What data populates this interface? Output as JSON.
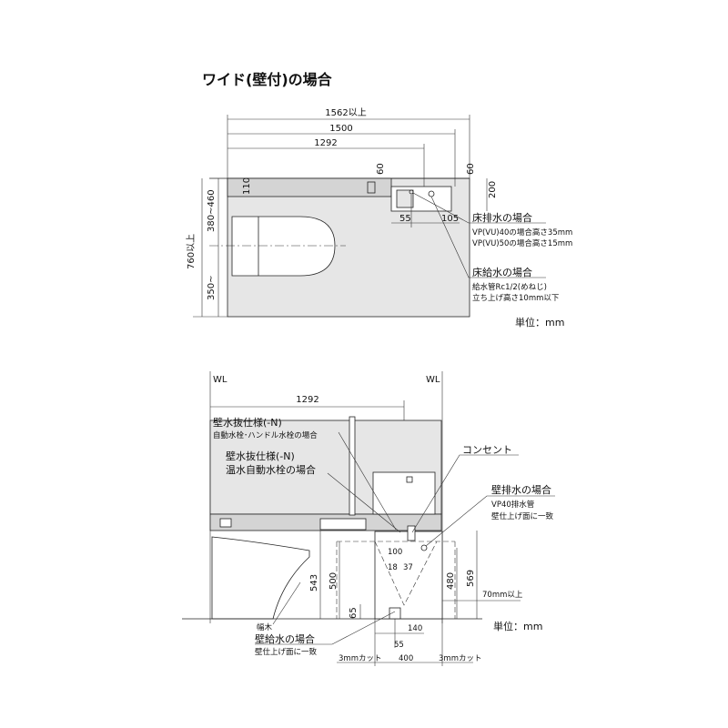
{
  "title": "ワイド(壁付)の場合",
  "top_view": {
    "dims": {
      "d1562": "1562以上",
      "d1500": "1500",
      "d1292": "1292",
      "d60a": "60",
      "d60b": "60",
      "d110": "110",
      "d200": "200",
      "d55": "55",
      "d105": "105",
      "d760": "760以上",
      "d380": "380~460",
      "d350": "350~"
    },
    "floor_drain_title": "床排水の場合",
    "floor_drain_line1": "VP(VU)40の場合高さ35mm",
    "floor_drain_line2": "VP(VU)50の場合高さ15mm",
    "floor_supply_title": "床給水の場合",
    "floor_supply_line1": "給水管Rc1/2(めねじ)",
    "floor_supply_line2": "立ち上げ高さ10mm以下",
    "unit": "単位：mm"
  },
  "side_view": {
    "wl_left": "WL",
    "wl_right": "WL",
    "dims": {
      "d1292": "1292",
      "d543": "543",
      "d500": "500",
      "d65": "65",
      "d480": "480",
      "d569": "569",
      "d70": "70mm以上",
      "d100": "100",
      "d18": "18",
      "d37": "37",
      "d55": "55",
      "d140": "140",
      "d400": "400",
      "cut_left": "3mmカット",
      "cut_right": "3mmカット"
    },
    "wall_drain_n_title": "壁水抜仕様(-N)",
    "wall_drain_n_sub": "自動水栓･ハンドル水栓の場合",
    "wall_drain_n2_title": "壁水抜仕様(-N)",
    "wall_drain_n2_sub": "温水自動水栓の場合",
    "outlet": "コンセント",
    "wall_drain_title": "壁排水の場合",
    "wall_drain_line1": "VP40排水管",
    "wall_drain_line2": "壁仕上げ面に一致",
    "baseboard": "幅木",
    "wall_supply_title": "壁給水の場合",
    "wall_supply_line1": "壁仕上げ面に一致",
    "unit": "単位：mm"
  }
}
